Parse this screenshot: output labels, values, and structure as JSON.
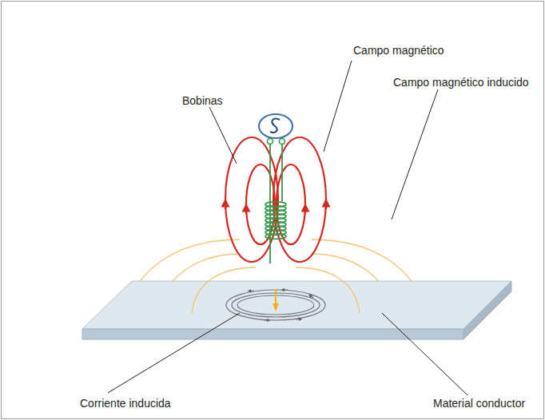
{
  "diagram": {
    "labels": [
      "Campo magnético",
      "Bobinas",
      "Campo magnético inducido",
      "Corriente inducida",
      "Material conductor"
    ]
  }
}
